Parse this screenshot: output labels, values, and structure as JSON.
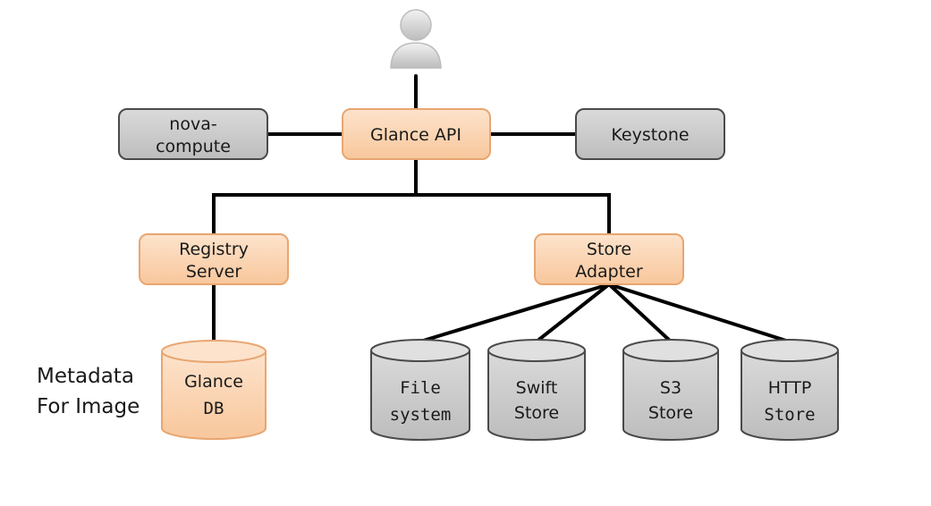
{
  "colors": {
    "orange_fill": "#fad3b2",
    "orange_stroke": "#e8a672",
    "gray_fill": "#cfcfcf",
    "gray_stroke": "#4a4a4a",
    "wire": "#000000"
  },
  "nodes": {
    "user": {
      "icon": "user-icon"
    },
    "glance_api": {
      "label": "Glance API"
    },
    "nova_compute": {
      "line1": "nova-",
      "line2": "compute"
    },
    "keystone": {
      "label": "Keystone"
    },
    "registry_server": {
      "line1": "Registry",
      "line2": "Server"
    },
    "store_adapter": {
      "line1": "Store",
      "line2": "Adapter"
    },
    "glance_db": {
      "line1": "Glance",
      "line2": "DB"
    },
    "file_system": {
      "line1": "File",
      "line2": "system"
    },
    "swift_store": {
      "line1": "Swift",
      "line2": "Store"
    },
    "s3_store": {
      "line1": "S3",
      "line2": "Store"
    },
    "http_store": {
      "line1": "HTTP",
      "line2": "Store"
    }
  },
  "annotation": {
    "line1": "Metadata",
    "line2": "For Image"
  }
}
